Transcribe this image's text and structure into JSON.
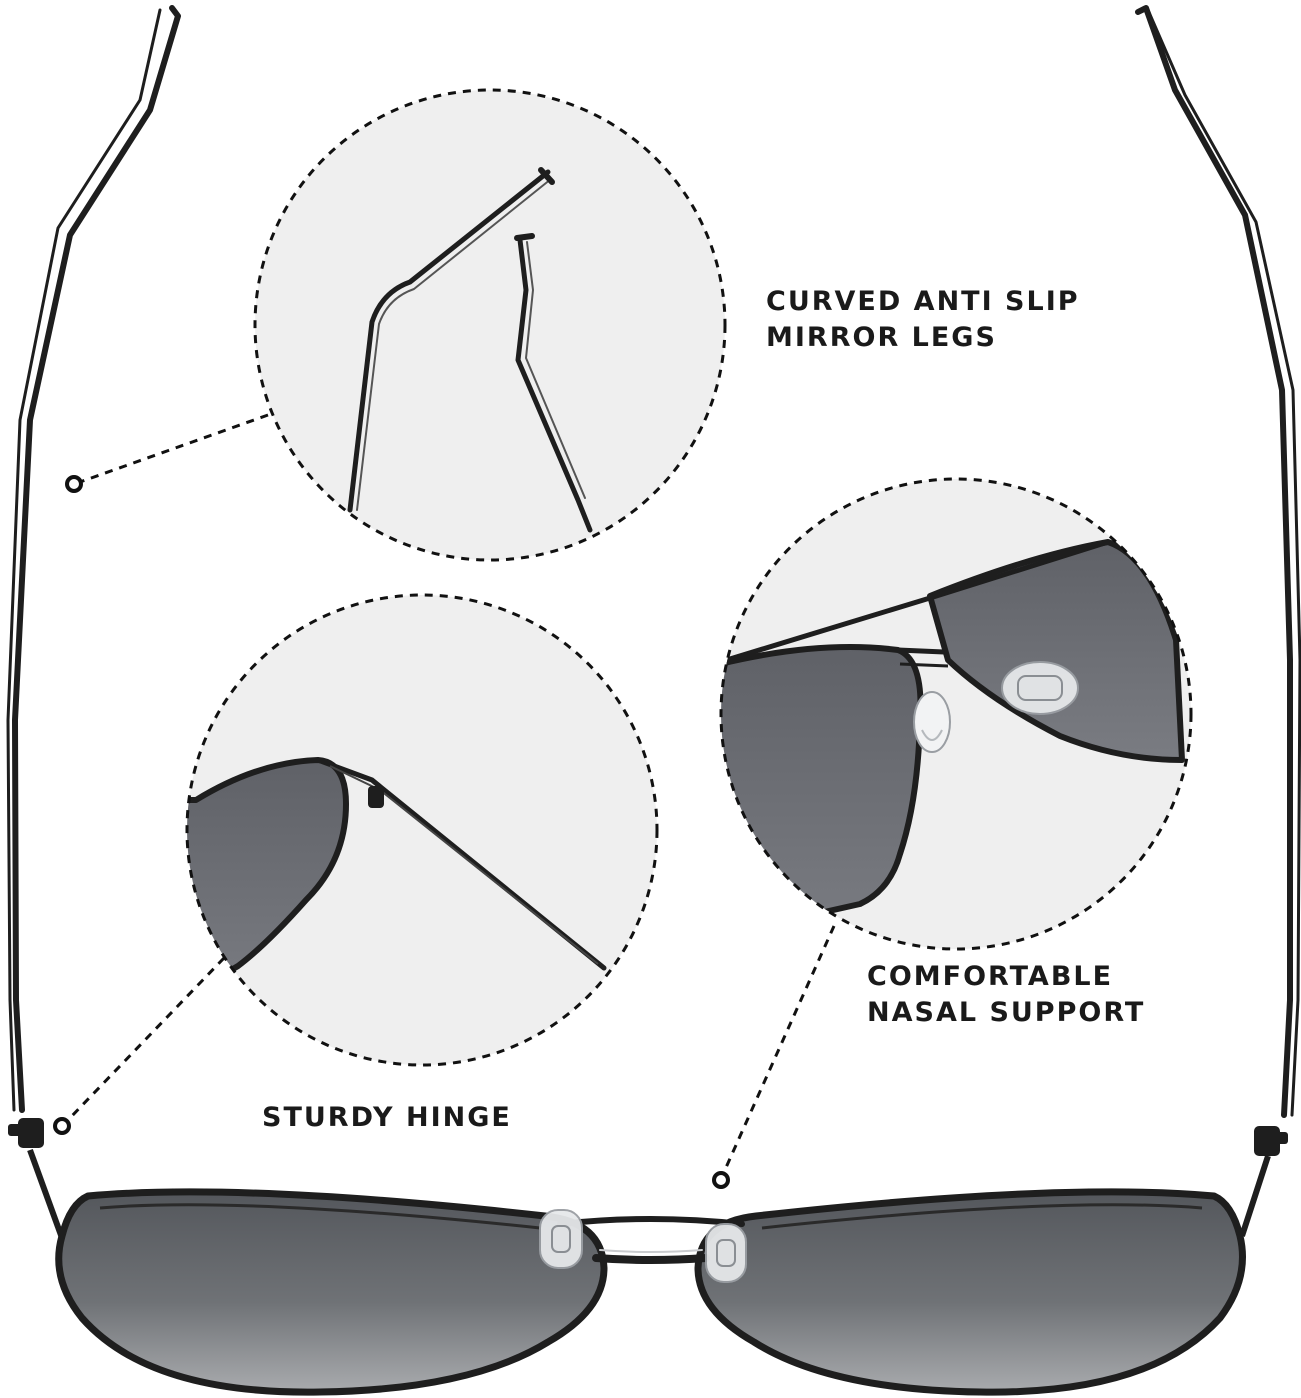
{
  "callouts": {
    "legs": {
      "line1": "CURVED ANTI SLIP",
      "line2": "MIRROR LEGS"
    },
    "nasal": {
      "line1": "COMFORTABLE",
      "line2": "NASAL SUPPORT"
    },
    "hinge": {
      "line1": "STURDY HINGE"
    }
  },
  "colors": {
    "frame": "#1e1e1e",
    "lens": "#6c6e72",
    "circle_fill": "#efefef",
    "dash": "#111111",
    "nose_pad": "#e6e8ea"
  }
}
